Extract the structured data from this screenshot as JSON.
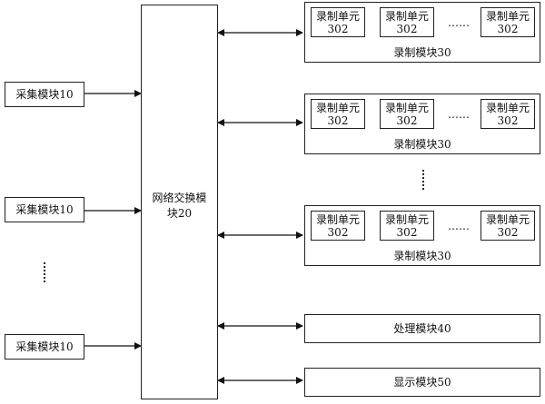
{
  "collect": {
    "label": "采集模块10"
  },
  "switch": {
    "line1": "网络交换模",
    "line2": "块20"
  },
  "recorder": {
    "unit_line1": "录制单元",
    "unit_line2": "302",
    "ellipsis": "……",
    "label": "录制模块30"
  },
  "process": {
    "label": "处理模块40"
  },
  "display": {
    "label": "显示模块50"
  }
}
